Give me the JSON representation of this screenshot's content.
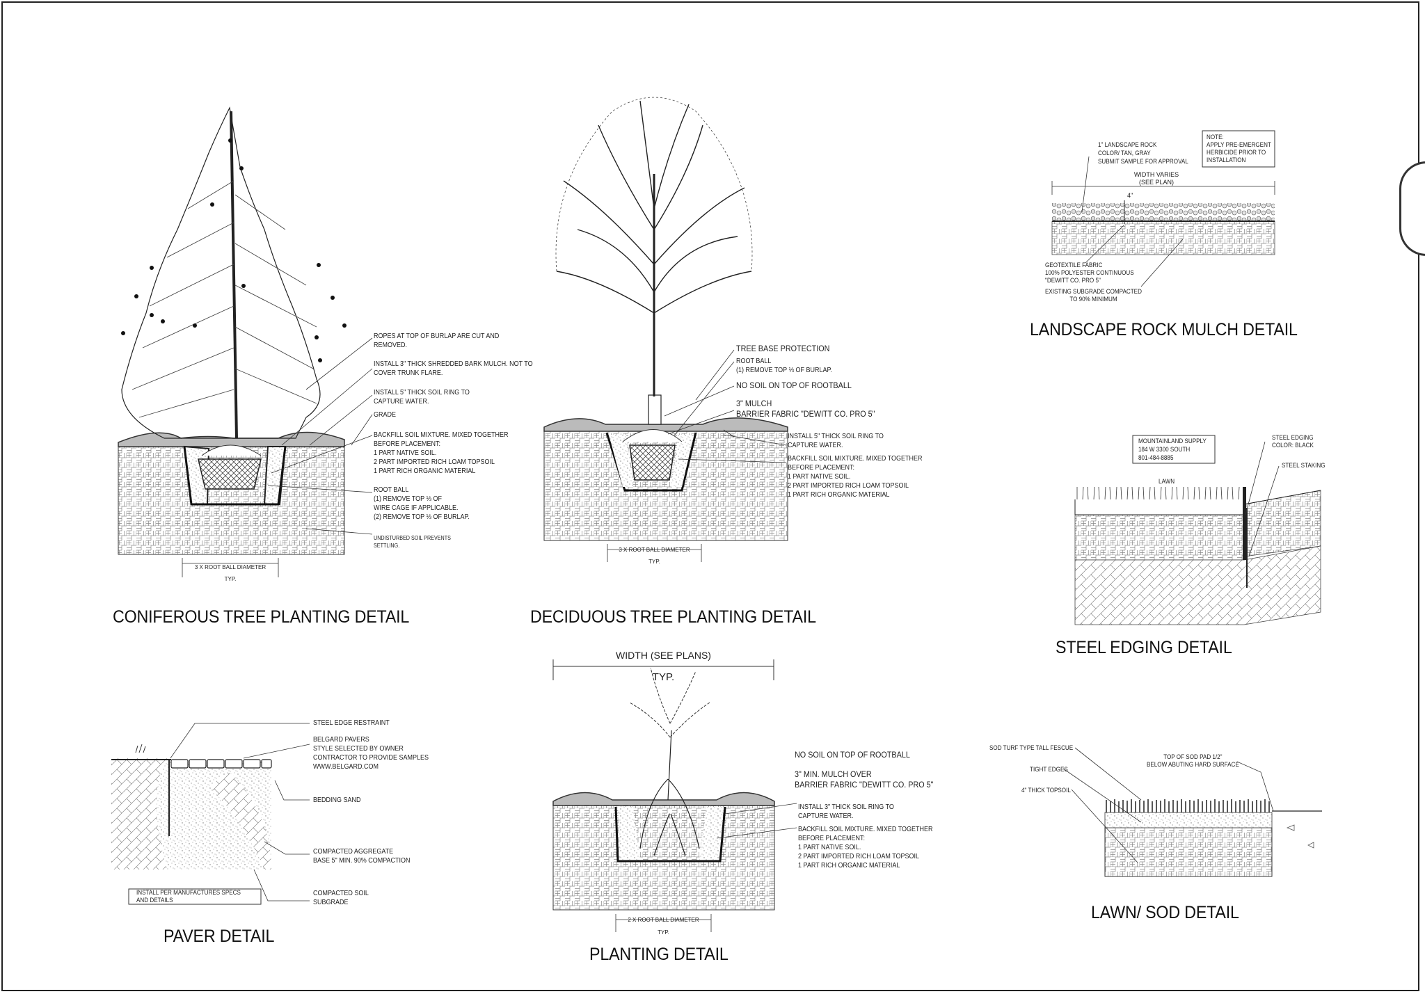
{
  "details": {
    "coniferous": {
      "title": "CONIFEROUS TREE PLANTING DETAIL",
      "notes": {
        "ropes": "ROPES AT TOP OF BURLAP ARE CUT AND\nREMOVED.",
        "mulch": "INSTALL 3\" THICK SHREDDED BARK MULCH.  NOT TO\nCOVER TRUNK FLARE.",
        "ring": "INSTALL 5\" THICK SOIL RING TO\nCAPTURE WATER.",
        "grade": "GRADE",
        "backfill": "BACKFILL SOIL MIXTURE. MIXED TOGETHER\nBEFORE PLACEMENT:\n1 PART NATIVE SOIL.\n2 PART IMPORTED RICH LOAM TOPSOIL\n1 PART RICH ORGANIC MATERIAL",
        "rootball": "ROOT BALL\n(1) REMOVE TOP ⅓ OF\nWIRE CAGE IF APPLICABLE.\n(2) REMOVE TOP ⅓ OF BURLAP.",
        "undisturbed": "UNDISTURBED SOIL PREVENTS\nSETTLING."
      },
      "dim_label": "3 X ROOT BALL DIAMETER",
      "dim_typ": "TYP."
    },
    "deciduous": {
      "title": "DECIDUOUS TREE PLANTING DETAIL",
      "notes": {
        "protection": "TREE BASE PROTECTION",
        "rootball": "ROOT BALL\n(1) REMOVE TOP ⅓ OF BURLAP.",
        "nosoil": "NO SOIL ON TOP OF ROOTBALL",
        "mulch": "3\" MULCH\nBARRIER FABRIC  \"DEWITT CO. PRO 5\"",
        "ring": "INSTALL 5\" THICK SOIL RING TO\nCAPTURE WATER.",
        "backfill": "BACKFILL SOIL MIXTURE. MIXED TOGETHER\nBEFORE PLACEMENT:\n1 PART NATIVE SOIL.\n2 PART IMPORTED RICH LOAM TOPSOIL\n1 PART RICH ORGANIC MATERIAL"
      },
      "dim_label": "3 X ROOT BALL DIAMETER",
      "dim_typ": "TYP."
    },
    "rock_mulch": {
      "title": "LANDSCAPE ROCK MULCH DETAIL",
      "notes": {
        "rock": "1\" LANDSCAPE ROCK\nCOLOR/ TAN, GRAY\nSUBMIT SAMPLE FOR APPROVAL",
        "note_box": "NOTE:\nAPPLY PRE-EMERGENT\nHERBICIDE PRIOR TO\nINSTALLATION",
        "width": "WIDTH VARIES\n(SEE PLAN)",
        "depth": "4\"",
        "fabric": "GEOTEXTILE FABRIC\n100% POLYESTER CONTINUOUS\n\"DEWITT CO. PRO 5\"",
        "subgrade": "EXISTING SUBGRADE COMPACTED\nTO 90% MINIMUM"
      }
    },
    "steel_edging": {
      "title": "STEEL EDGING DETAIL",
      "notes": {
        "supplier": "MOUNTAINLAND SUPPLY\n184 W 3300 SOUTH\n801-484-8885",
        "edging": "STEEL EDGING\nCOLOR: BLACK",
        "staking": "STEEL STAKING",
        "lawn": "LAWN"
      }
    },
    "paver": {
      "title": "PAVER DETAIL",
      "notes": {
        "restraint": "STEEL EDGE RESTRAINT",
        "pavers": "BELGARD PAVERS\nSTYLE SELECTED BY OWNER\nCONTRACTOR TO PROVIDE SAMPLES\nWWW.BELGARD.COM",
        "sand": "BEDDING SAND",
        "aggregate": "COMPACTED AGGREGATE\nBASE 5\" MIN. 90% COMPACTION",
        "soil": "COMPACTED SOIL\nSUBGRADE",
        "install": "INSTALL PER MANUFACTURES SPECS\nAND DETAILS"
      }
    },
    "planting": {
      "title": "PLANTING DETAIL",
      "width": "WIDTH (SEE PLANS)",
      "typ": "TYP.",
      "notes": {
        "nosoil": "NO SOIL ON TOP OF ROOTBALL",
        "mulch": "3\" MIN.  MULCH OVER\nBARRIER FABRIC      \"DEWITT CO. PRO 5\"",
        "ring": "INSTALL 3\" THICK SOIL RING TO\nCAPTURE WATER.",
        "backfill": "BACKFILL SOIL MIXTURE. MIXED TOGETHER\nBEFORE PLACEMENT:\n1 PART NATIVE SOIL.\n2 PART IMPORTED RICH LOAM TOPSOIL\n1 PART RICH ORGANIC MATERIAL"
      },
      "dim_label": "2 X ROOT BALL DIAMETER",
      "dim_typ": "TYP."
    },
    "lawn_sod": {
      "title": "LAWN/ SOD DETAIL",
      "notes": {
        "sod": "SOD TURF TYPE TALL FESCUE",
        "edges": "TIGHT EDGES",
        "topsoil": "4\" THICK TOPSOIL",
        "pad": "TOP OF SOD PAD 1/2\"\nBELOW ABUTING HARD SURFACE"
      }
    }
  }
}
